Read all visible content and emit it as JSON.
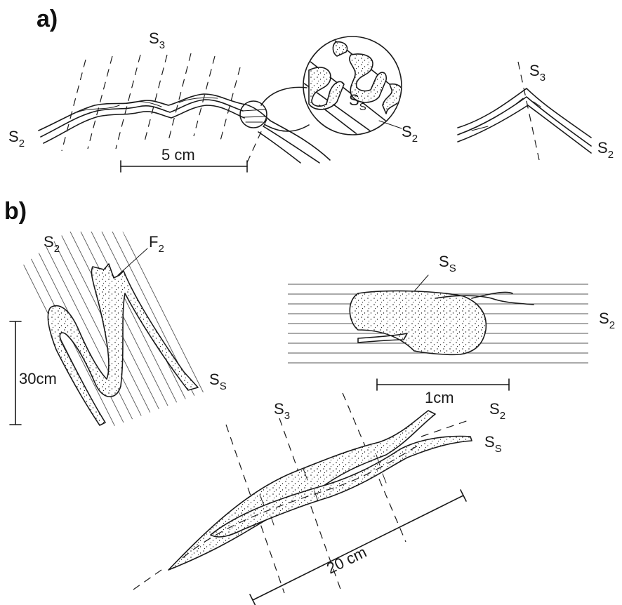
{
  "panels": {
    "a": {
      "heading": "a)",
      "labels": {
        "s3_top": {
          "main": "S",
          "sub": "3"
        },
        "s2_left": {
          "main": "S",
          "sub": "2"
        },
        "ss_inset": {
          "main": "S",
          "sub": "S"
        },
        "s2_inset": {
          "main": "S",
          "sub": "2"
        },
        "s3_right": {
          "main": "S",
          "sub": "3"
        },
        "s2_right": {
          "main": "S",
          "sub": "2"
        }
      },
      "scale": "5 cm"
    },
    "b": {
      "heading": "b)",
      "labels": {
        "s2_left": {
          "main": "S",
          "sub": "2"
        },
        "f2": {
          "main": "F",
          "sub": "2"
        },
        "ss_left": {
          "main": "S",
          "sub": "S"
        },
        "ss_clast": {
          "main": "S",
          "sub": "S"
        },
        "s2_clast": {
          "main": "S",
          "sub": "2"
        },
        "s3_bottom": {
          "main": "S",
          "sub": "3"
        },
        "s2_bottom": {
          "main": "S",
          "sub": "2"
        },
        "ss_bottom": {
          "main": "S",
          "sub": "S"
        }
      },
      "scale_fold": "30cm",
      "scale_clast": "1cm",
      "scale_lens": "20 cm"
    }
  },
  "colors": {
    "ink": "#1a1a1a",
    "paper": "#ffffff"
  }
}
